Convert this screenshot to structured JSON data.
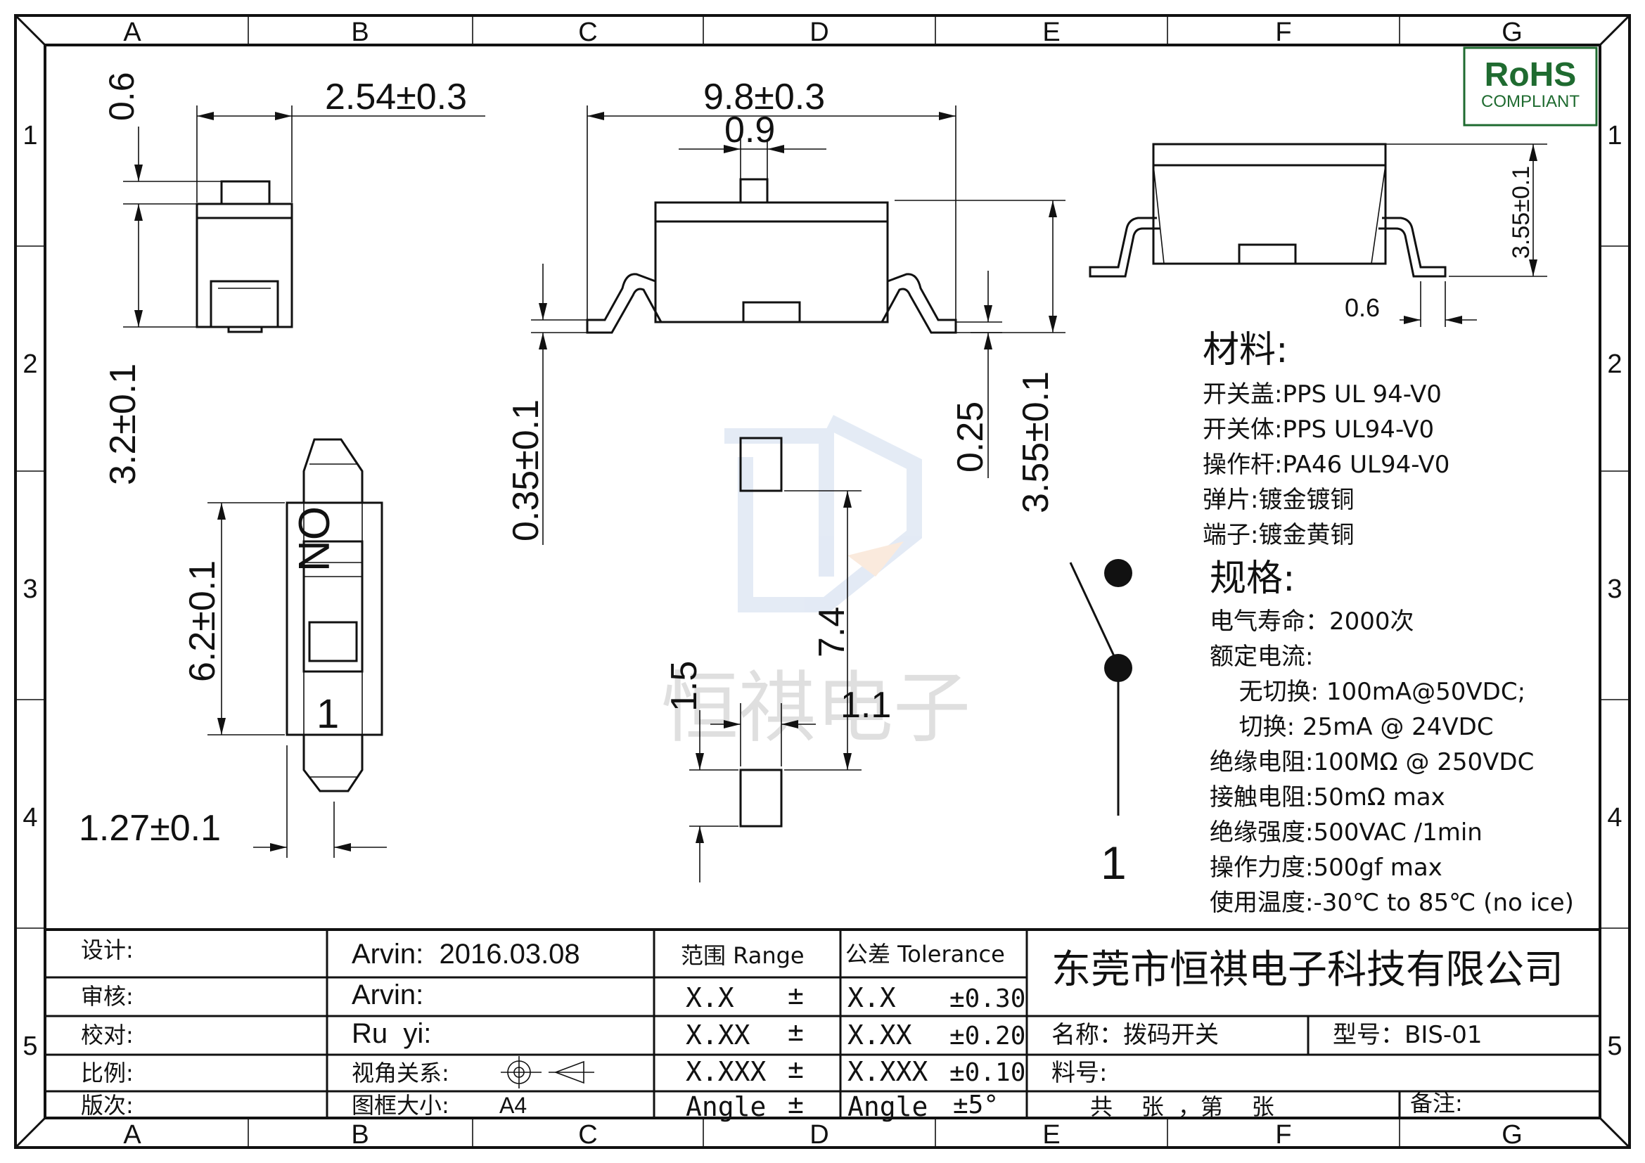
{
  "border": {
    "columns": [
      "A",
      "B",
      "C",
      "D",
      "E",
      "F",
      "G"
    ],
    "rows": [
      "1",
      "2",
      "3",
      "4",
      "5"
    ]
  },
  "rohs": {
    "line1": "RoHS",
    "line2": "COMPLIANT",
    "color": "#1f6b30"
  },
  "dimensions": {
    "side_top_06": "0.6",
    "side_width": "2.54±0.3",
    "side_height": "3.2±0.1",
    "front_length": "9.8±0.3",
    "front_actuator": "0.9",
    "front_terminal": "0.35±0.1",
    "front_offset": "0.25",
    "front_height": "3.55±0.1",
    "right_height": "3.55±0.1",
    "right_lead": "0.6",
    "top_length": "6.2±0.1",
    "top_pitch": "1.27±0.1",
    "top_on": "ON",
    "top_pos": "1",
    "pad_span": "7.4",
    "pad_len": "1.5",
    "pad_w": "1.1",
    "schematic_pin": "1"
  },
  "watermark": "恒祺电子",
  "materials": {
    "heading": "材料:",
    "items": [
      "开关盖:PPS UL 94-V0",
      "开关体:PPS  UL94-V0",
      "操作杆:PA46  UL94-V0",
      "弹片:镀金镀铜",
      "端子:镀金黄铜"
    ]
  },
  "specs": {
    "heading": "规格:",
    "items": [
      "电气寿命：2000次",
      "额定电流:",
      "  无切换: 100mA@50VDC;",
      "  切换: 25mA @ 24VDC",
      "绝缘电阻:100MΩ  @ 250VDC",
      "接触电阻:50mΩ  max",
      "绝缘强度:500VAC /1min",
      "操作力度:500gf max",
      "使用温度:-30℃ to 85℃ (no ice)"
    ]
  },
  "title_block": {
    "design_label": "设计:",
    "design_value": "Arvin:  2016.03.08",
    "review_label": "审核:",
    "review_value": "Arvin:",
    "check_label": "校对:",
    "check_value": "Ru  yi:",
    "scale_label": "比例:",
    "view_label": "视角关系:",
    "version_label": "版次:",
    "frame_label": "图框大小:",
    "frame_value": "A4",
    "range_header": "范围 Range",
    "tol_header": "公差 Tolerance",
    "range_rows": [
      "X.X",
      "X.XX",
      "X.XXX",
      "Angle"
    ],
    "pm": "±",
    "tol_rows": [
      "X.X",
      "X.XX",
      "X.XXX",
      "Angle"
    ],
    "tol_values": [
      "±0.30",
      "±0.20",
      "±0.10",
      "±5°"
    ],
    "company": "东莞市恒祺电子科技有限公司",
    "name": "名称：拨码开关",
    "model": "型号：BIS-01",
    "material_no": "料号:",
    "sheet": "共    张  ，第    张",
    "remark": "备注:"
  }
}
